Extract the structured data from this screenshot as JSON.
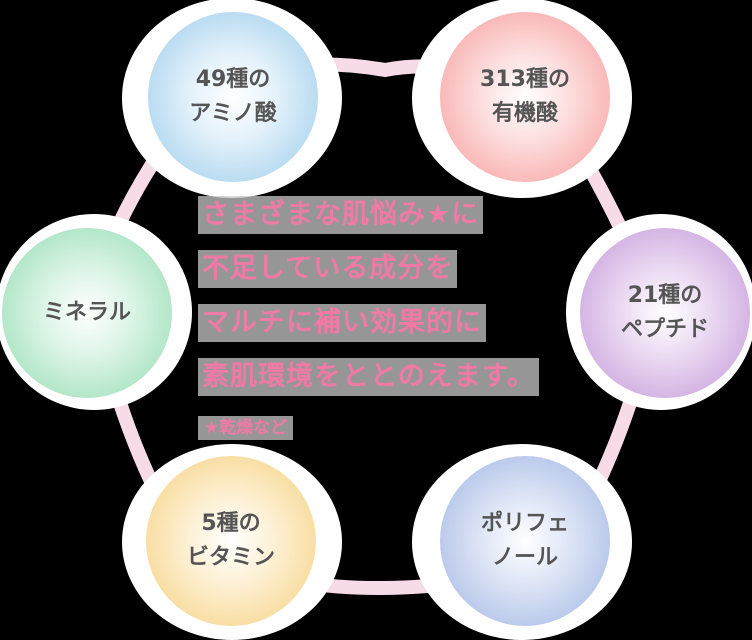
{
  "diagram": {
    "type": "hexagonal-cycle",
    "background_color": "#000000",
    "ring_color": "#f7dbe6",
    "text_color": "#555555",
    "nodes": [
      {
        "id": "amino-acids",
        "line1": "49種の",
        "line2": "アミノ酸",
        "color": "#b5d9f0",
        "position": "top-left"
      },
      {
        "id": "organic-acids",
        "line1": "313種の",
        "line2": "有機酸",
        "color": "#f9b4b4",
        "position": "top-right"
      },
      {
        "id": "peptides",
        "line1": "21種の",
        "line2": "ペプチド",
        "color": "#d2b0e2",
        "position": "right"
      },
      {
        "id": "polyphenols",
        "line1": "ポリフェ",
        "line2": "ノール",
        "color": "#b7c7ea",
        "position": "bottom-right"
      },
      {
        "id": "vitamins",
        "line1": "5種の",
        "line2": "ビタミン",
        "color": "#f8dc9e",
        "position": "bottom-left"
      },
      {
        "id": "minerals",
        "line1": "ミネラル",
        "line2": "",
        "color": "#aee5c5",
        "position": "left"
      }
    ]
  },
  "message": {
    "color": "#f07aa6",
    "lines": [
      "さまざまな肌悩み★に",
      "不足している成分を",
      "マルチに補い効果的に",
      "素肌環境をととのえます。"
    ],
    "note": "★乾燥など"
  }
}
